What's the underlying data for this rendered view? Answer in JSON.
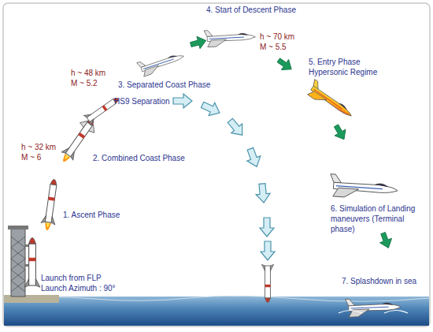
{
  "diagram": {
    "labels": [
      "4. Start of Descent Phase",
      "h ~ 70 km",
      "M ~ 5.5",
      "5. Entry Phase Hypersonic Regime",
      "h ~ 48 km",
      "M ~ 5.2",
      "3. Separated Coast Phase",
      "HS9 Separation",
      "h ~ 32 km",
      "M ~ 6",
      "2. Combined Coast Phase",
      "1. Ascent Phase",
      "6. Simulation of Landing maneuvers (Terminal phase)",
      "7. Splashdown in sea",
      "Launch from FLP",
      "Launch Azimuth : 90°"
    ]
  }
}
